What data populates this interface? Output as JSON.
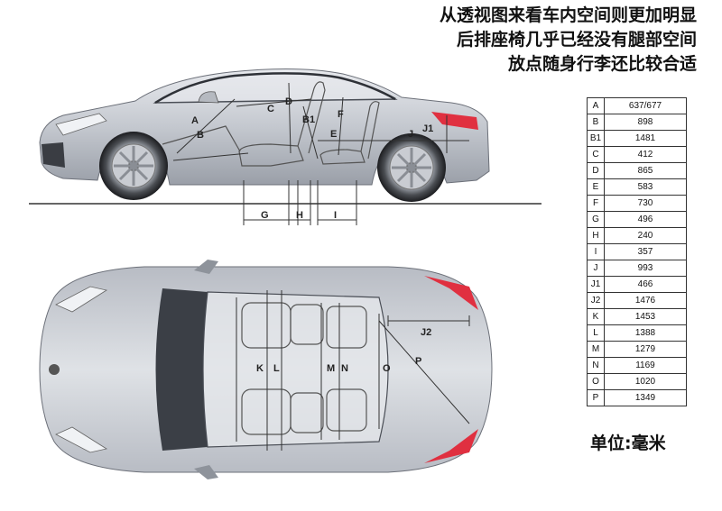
{
  "heading": {
    "line1": "从透视图来看车内空间则更加明显",
    "line2": "后排座椅几乎已经没有腿部空间",
    "line3": "放点随身行李还比较合适"
  },
  "unit_label": "单位:毫米",
  "colors": {
    "body": "#c4c8cf",
    "glass": "#3b3f46",
    "light": "#e03040",
    "line": "#333333"
  },
  "dimension_labels": {
    "A": "A",
    "B": "B",
    "B1": "B1",
    "C": "C",
    "D": "D",
    "E": "E",
    "F": "F",
    "G": "G",
    "H": "H",
    "I": "I",
    "J": "J",
    "J1": "J1",
    "J2": "J2",
    "K": "K",
    "L": "L",
    "M": "M",
    "N": "N",
    "O": "O",
    "P": "P"
  },
  "specs": [
    {
      "key": "A",
      "value": "637/677"
    },
    {
      "key": "B",
      "value": "898"
    },
    {
      "key": "B1",
      "value": "1481"
    },
    {
      "key": "C",
      "value": "412"
    },
    {
      "key": "D",
      "value": "865"
    },
    {
      "key": "E",
      "value": "583"
    },
    {
      "key": "F",
      "value": "730"
    },
    {
      "key": "G",
      "value": "496"
    },
    {
      "key": "H",
      "value": "240"
    },
    {
      "key": "I",
      "value": "357"
    },
    {
      "key": "J",
      "value": "993"
    },
    {
      "key": "J1",
      "value": "466"
    },
    {
      "key": "J2",
      "value": "1476"
    },
    {
      "key": "K",
      "value": "1453"
    },
    {
      "key": "L",
      "value": "1388"
    },
    {
      "key": "M",
      "value": "1279"
    },
    {
      "key": "N",
      "value": "1169"
    },
    {
      "key": "O",
      "value": "1020"
    },
    {
      "key": "P",
      "value": "1349"
    }
  ]
}
